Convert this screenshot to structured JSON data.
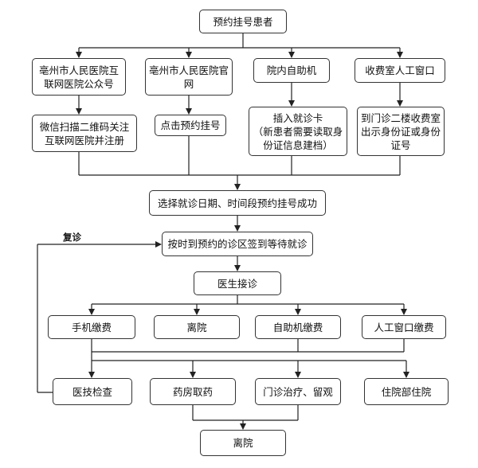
{
  "title": "预约挂号患者",
  "channels": {
    "wechat": "亳州市人民医院互联网医院公众号",
    "website": "亳州市人民医院官网",
    "kiosk": "院内自助机",
    "counter": "收费室人工窗口"
  },
  "channel_steps": {
    "wechat": "微信扫描二维码关注互联网医院并注册",
    "website": "点击预约挂号",
    "kiosk": "插入就诊卡\n（新患者需要读取身份证信息建档）",
    "counter": "到门诊二楼收费室出示身份证或身份证号"
  },
  "select_slot": "选择就诊日期、时间段预约挂号成功",
  "check_in": "按时到预约的诊区签到等待就诊",
  "doctor": "医生接诊",
  "after_doctor": {
    "mobile_pay": "手机缴费",
    "leave": "离院",
    "kiosk_pay": "自助机缴费",
    "counter_pay": "人工窗口缴费"
  },
  "services": {
    "tests": "医技检查",
    "pharmacy": "药房取药",
    "outpatient": "门诊治疗、留观",
    "inpatient": "住院部住院"
  },
  "final": "离院",
  "revisit_label": "复诊"
}
